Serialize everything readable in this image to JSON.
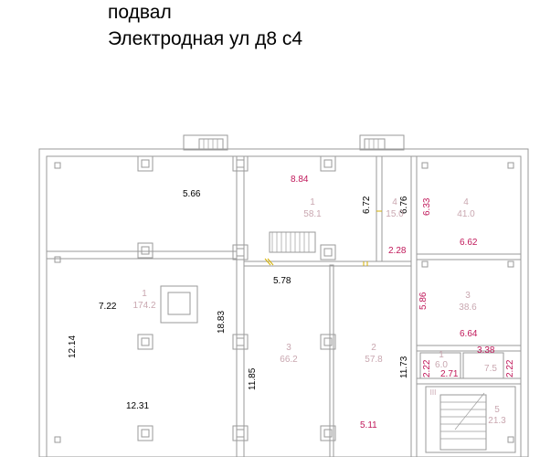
{
  "header": {
    "line1": "подвал",
    "line2": "Электродная ул д8 с4"
  },
  "colors": {
    "dimension_black": "#000000",
    "dimension_red": "#c0185a",
    "room_label": "#c9a7b0",
    "wall": "#9a9a9a"
  },
  "dimensions": {
    "d_5_66": "5.66",
    "d_8_84": "8.84",
    "d_6_72": "6.72",
    "d_6_76": "6.76",
    "d_6_33": "6.33",
    "d_2_28": "2.28",
    "d_6_62": "6.62",
    "d_5_78": "5.78",
    "d_7_22": "7.22",
    "d_18_83": "18.83",
    "d_5_86": "5.86",
    "d_6_64": "6.64",
    "d_12_14": "12.14",
    "d_3_38": "3.38",
    "d_2_22_a": "2.22",
    "d_2_22_b": "2.22",
    "d_2_71": "2.71",
    "d_11_85": "11.85",
    "d_11_73": "11.73",
    "d_12_31": "12.31",
    "d_5_11": "5.11"
  },
  "rooms": [
    {
      "num": "1",
      "area": "58.1"
    },
    {
      "num": "4",
      "area": "15.0"
    },
    {
      "num": "4",
      "area": "41.0"
    },
    {
      "num": "1",
      "area": "174.2"
    },
    {
      "num": "3",
      "area": "38.6"
    },
    {
      "num": "3",
      "area": "66.2"
    },
    {
      "num": "2",
      "area": "57.8"
    },
    {
      "num": "1",
      "area": "6.0"
    },
    {
      "num": "",
      "area": "7.5"
    },
    {
      "num": "5",
      "area": "21.3"
    },
    {
      "num": "III",
      "area": ""
    }
  ]
}
